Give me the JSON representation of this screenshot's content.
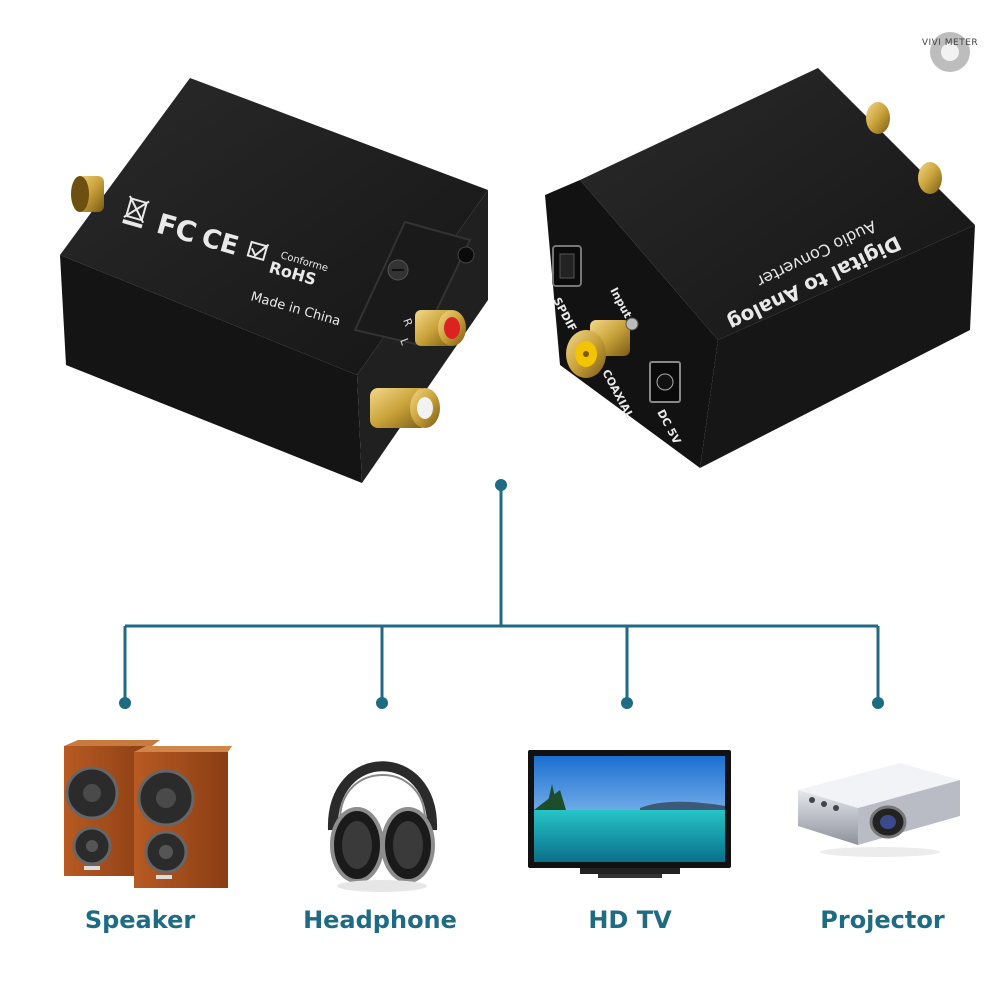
{
  "watermark": {
    "text": "VIVI METER"
  },
  "device_left": {
    "marks": [
      "FC",
      "CE",
      "Conforme",
      "RoHS",
      "Made in China"
    ],
    "channels": [
      "R",
      "L"
    ]
  },
  "device_right": {
    "title_line1": "Digital to Analog",
    "title_line2": "Audio Converter",
    "port_labels": [
      "Input",
      "SPDIF",
      "COAXIAL",
      "DC 5V"
    ]
  },
  "outputs": [
    {
      "label": "Speaker",
      "icon": "speaker-icon"
    },
    {
      "label": "Headphone",
      "icon": "headphone-icon"
    },
    {
      "label": "HD TV",
      "icon": "tv-icon"
    },
    {
      "label": "Projector",
      "icon": "projector-icon"
    }
  ],
  "colors": {
    "connector": "#1f6b84",
    "label": "#1f6b84",
    "device_body": "#1c1c1c",
    "gold": "#c9a23a"
  }
}
